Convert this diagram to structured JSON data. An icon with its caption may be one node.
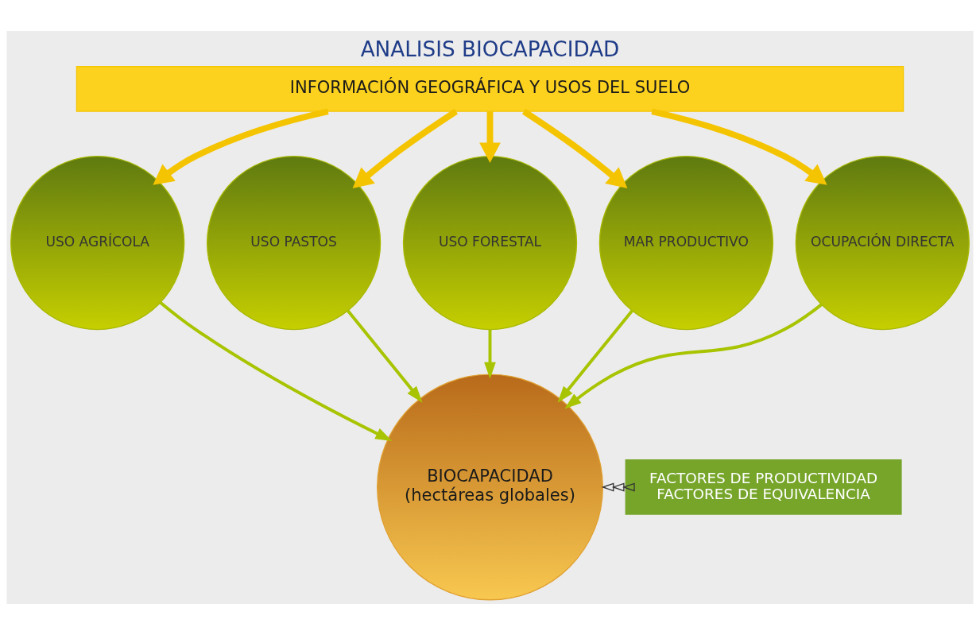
{
  "diagram": {
    "title": "ANALISIS BIOCAPACIDAD",
    "nodes": [
      {
        "text": [
          "INFORMACIÓN GEOGRÁFICA Y USOS DEL SUELO"
        ]
      },
      {
        "text": [
          "USO AGRÍCOLA"
        ]
      },
      {
        "text": [
          "USO PASTOS"
        ]
      },
      {
        "text": [
          "USO FORESTAL"
        ]
      },
      {
        "text": [
          "MAR PRODUCTIVO"
        ]
      },
      {
        "text": [
          "OCUPACIÓN DIRECTA"
        ]
      },
      {
        "text": [
          "BIOCAPACIDAD",
          "(hectáreas globales)"
        ]
      },
      {
        "text": [
          "FACTORES DE PRODUCTIVIDAD",
          "FACTORES DE EQUIVALENCIA"
        ]
      }
    ],
    "edges": [
      {
        "from": 0,
        "to": 1,
        "arrow": "to",
        "color": "#f5c400",
        "style": "thick"
      },
      {
        "from": 0,
        "to": 2,
        "arrow": "to",
        "color": "#f5c400",
        "style": "thick"
      },
      {
        "from": 0,
        "to": 3,
        "arrow": "to",
        "color": "#f5c400",
        "style": "thick"
      },
      {
        "from": 0,
        "to": 4,
        "arrow": "to",
        "color": "#f5c400",
        "style": "thick"
      },
      {
        "from": 0,
        "to": 5,
        "arrow": "to",
        "color": "#f5c400",
        "style": "thick"
      },
      {
        "from": 1,
        "to": 6,
        "arrow": "to"
      },
      {
        "from": 2,
        "to": 6,
        "arrow": "to"
      },
      {
        "from": 3,
        "to": 6,
        "arrow": "to"
      },
      {
        "from": 4,
        "to": 6,
        "arrow": "to"
      },
      {
        "from": 5,
        "to": 6,
        "arrow": "to"
      },
      {
        "from": 7,
        "to": 6,
        "arrow": "to",
        "color": "#333333"
      }
    ]
  }
}
